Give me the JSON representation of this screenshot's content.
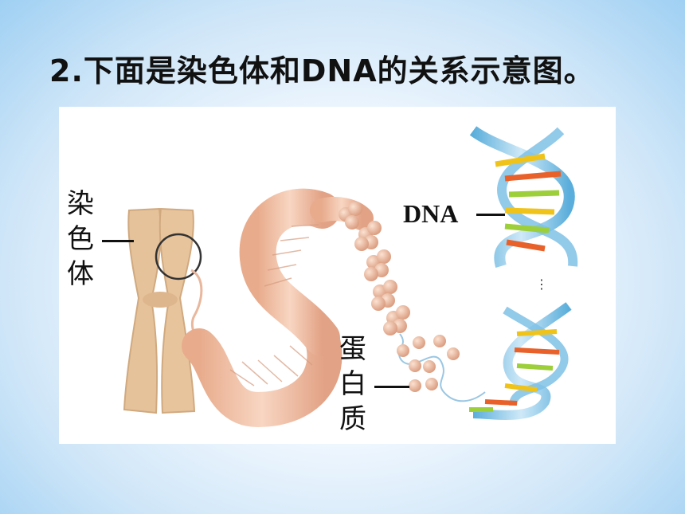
{
  "title": "2.下面是染色体和DNA的关系示意图。",
  "labels": {
    "chromosome": [
      "染",
      "色",
      "体"
    ],
    "dna": "DNA",
    "protein": [
      "蛋",
      "白",
      "质"
    ]
  },
  "colors": {
    "chromosome": "#e7c39b",
    "fiber": "#f1c3a7",
    "protein_ball": "#eab297",
    "dna_backbone": "#7fc1e6",
    "base_colors": [
      "#f0c31a",
      "#9dcf3a",
      "#e8612a",
      "#ffffff"
    ]
  }
}
